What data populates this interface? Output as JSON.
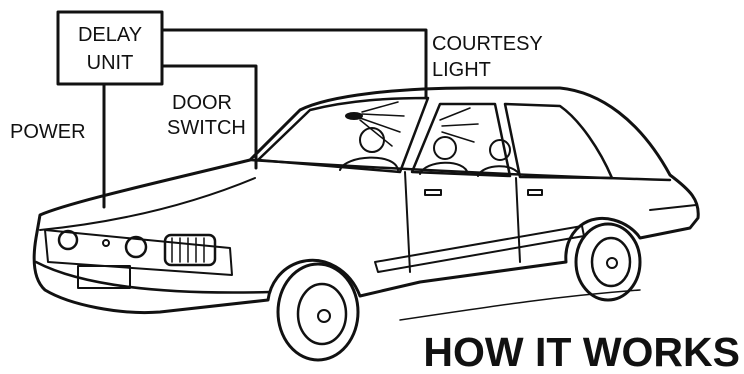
{
  "diagram": {
    "box_label_line1": "DELAY",
    "box_label_line2": "UNIT",
    "label_power": "POWER",
    "label_door_line1": "DOOR",
    "label_door_line2": "SWITCH",
    "label_courtesy_line1": "COURTESY",
    "label_courtesy_line2": "LIGHT",
    "title": "HOW IT WORKS"
  },
  "colors": {
    "ink": "#111111",
    "background": "#ffffff"
  }
}
